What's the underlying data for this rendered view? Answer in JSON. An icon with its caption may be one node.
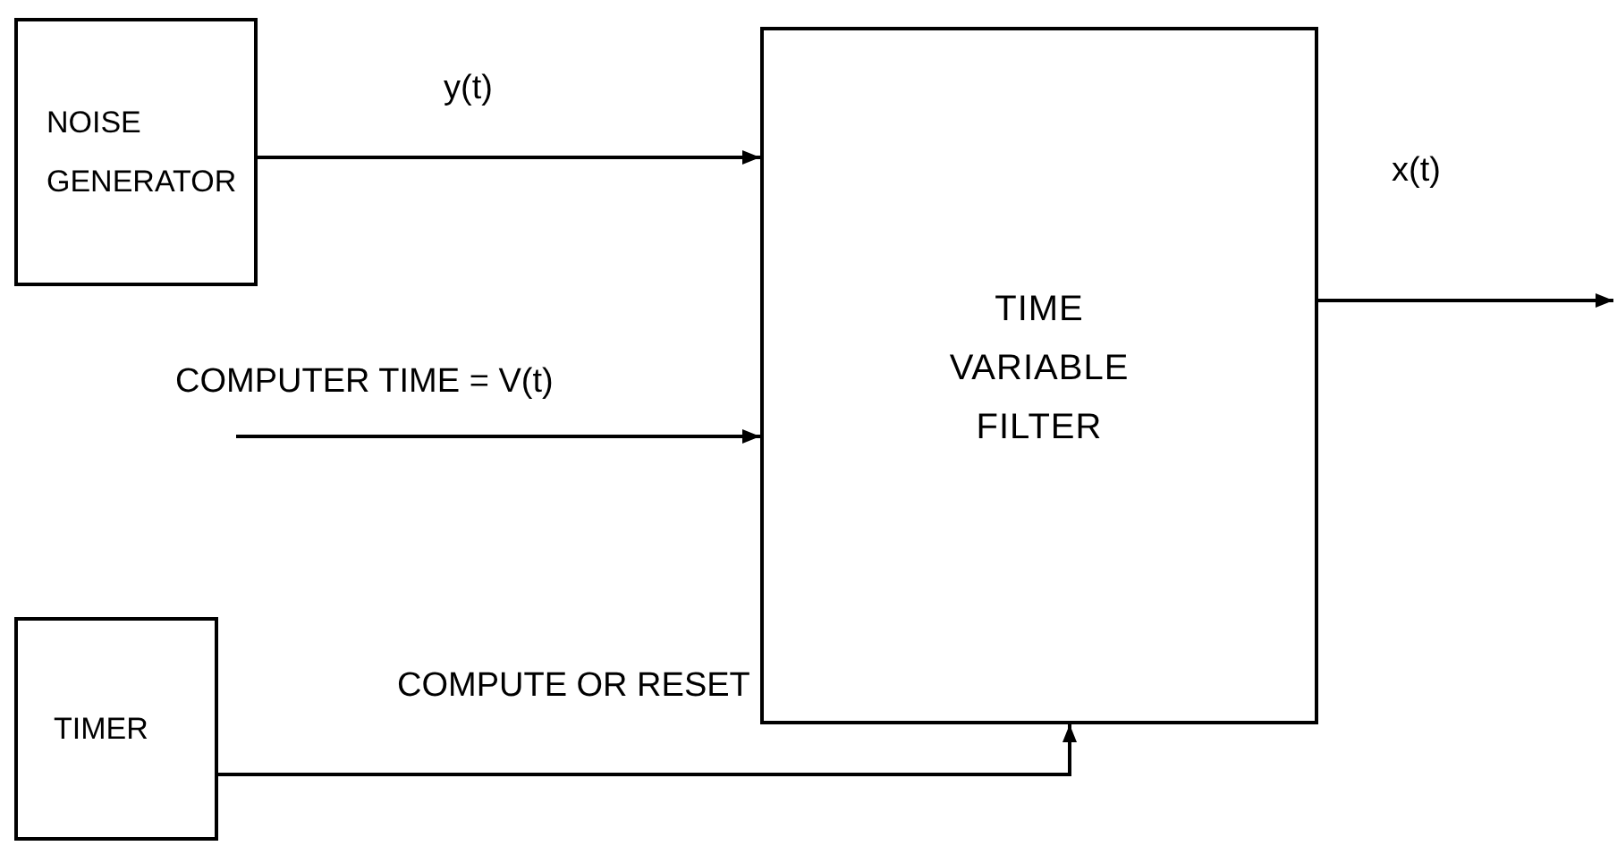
{
  "diagram": {
    "nodes": [
      {
        "text": [
          "NOISE GENERATOR"
        ]
      },
      {
        "text": [
          "TIME VARIABLE FILTER"
        ]
      },
      {
        "text": [
          "TIMER"
        ]
      }
    ],
    "edges": [
      {
        "from": 0,
        "to": 1,
        "arrow": "to",
        "label": "y(t)"
      },
      {
        "from": null,
        "to": 1,
        "arrow": "to",
        "label": "COMPUTER TIME = V(t)"
      },
      {
        "from": 2,
        "to": 1,
        "arrow": "to",
        "label": "COMPUTE OR RESET"
      },
      {
        "from": 1,
        "to": null,
        "arrow": "to",
        "label": "x(t)"
      }
    ]
  }
}
